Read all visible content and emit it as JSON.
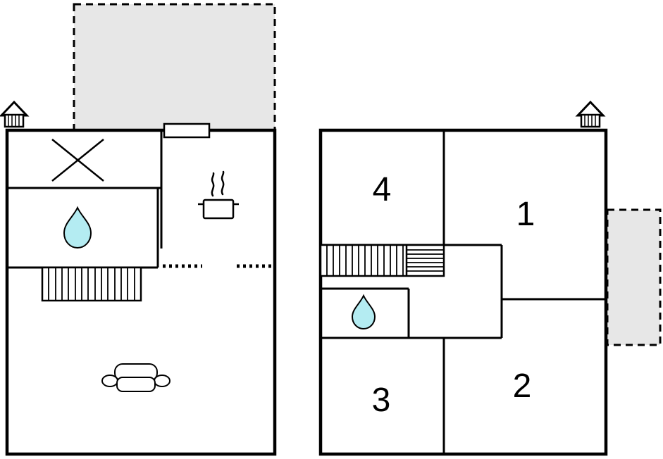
{
  "colors": {
    "wall": "#000000",
    "outdoor_fill": "#e7e7e7",
    "water_fill": "#b4ecf2",
    "background": "#ffffff"
  },
  "upper_floor": {
    "rooms": [
      {
        "label": "1"
      },
      {
        "label": "2"
      },
      {
        "label": "3"
      },
      {
        "label": "4"
      }
    ]
  },
  "icons": {
    "chimney": "chimney-icon",
    "water_drop": "water-drop-icon",
    "stairs": "stairs-icon",
    "stove": "stove-pot-icon",
    "sofa": "sofa-icon",
    "cross": "x-marker-icon",
    "window": "window",
    "terrace": "terrace-area",
    "balcony": "balcony-area"
  }
}
